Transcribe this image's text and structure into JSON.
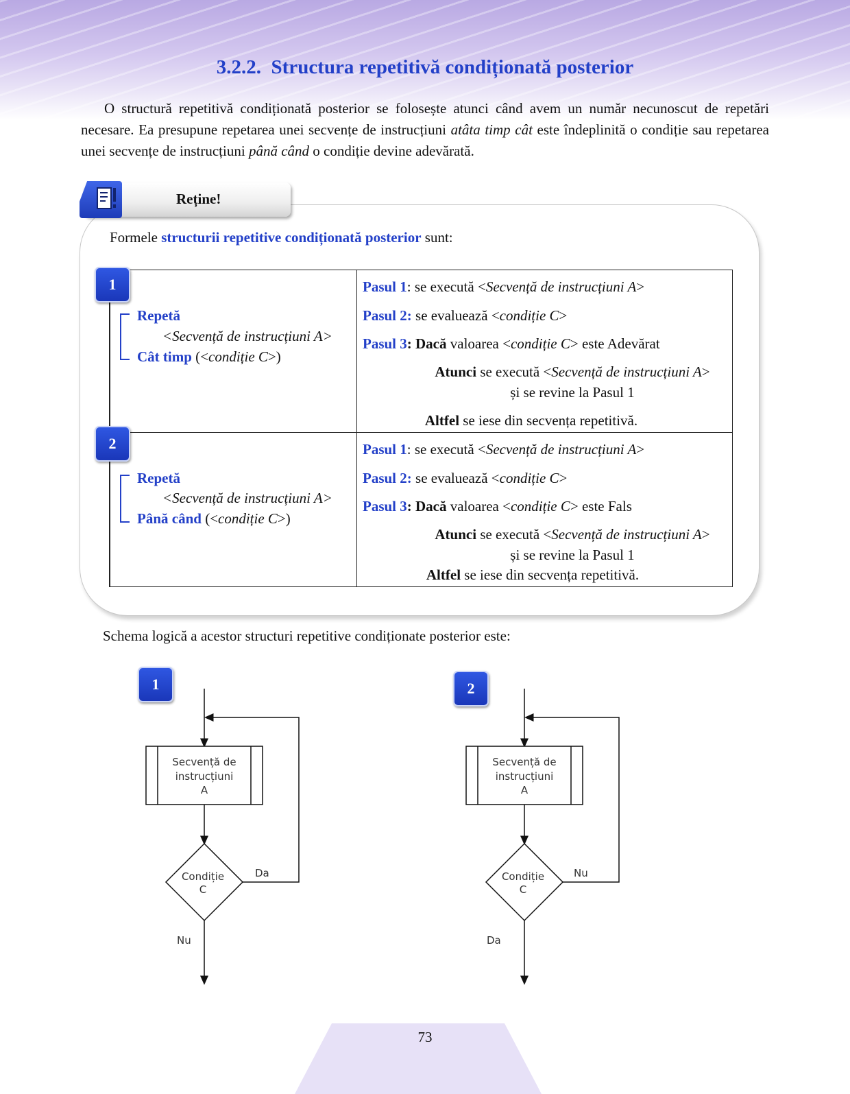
{
  "section": {
    "number": "3.2.2.",
    "title": "Structura repetitivă condiționată posterior"
  },
  "intro": {
    "part1": "O structură repetitivă condiționată posterior se folosește atunci când avem un număr necunoscut de repetări necesare. Ea presupune repetarea  unei secvențe de instrucțiuni ",
    "em1": "atâta timp cât",
    "part2": " este îndeplinită o condiție sau repetarea  unei secvențe de instrucțiuni ",
    "em2": "până când",
    "part3": " o condiție devine adevărată."
  },
  "retine": {
    "label": "Reține!"
  },
  "formele": {
    "before": "Formele ",
    "highlight": "structurii repetitive condiționată posterior",
    "after": " sunt:"
  },
  "forms": [
    {
      "number": "1",
      "keyword_open": "Repetă",
      "body": "<Secvență de instrucțiuni A>",
      "keyword_close": "Cât timp",
      "cond_open": " (<",
      "cond": "condiție C",
      "cond_close": ">)",
      "step1_label": "Pasul 1",
      "step1_sep": ": se execută <",
      "step1_em": "Secvență de instrucțiuni A",
      "step1_end": ">",
      "step2_label": "Pasul 2:",
      "step2_text": " se evaluează <",
      "step2_em": "condiție C",
      "step2_end": ">",
      "step3_label": "Pasul 3",
      "step3_colon": ":",
      "step3_daca": " Dacă",
      "step3_text": " valoarea <",
      "step3_em": "condiție C",
      "step3_end": "> este Adevărat",
      "atunci": "Atunci",
      "atunci_text": " se execută <",
      "atunci_em": "Secvență de instrucțiuni A",
      "atunci_end": ">",
      "revine": "și se revine la Pasul 1",
      "altfel": "Altfel",
      "altfel_text": " se iese din secvența repetitivă."
    },
    {
      "number": "2",
      "keyword_open": "Repetă",
      "body": "<Secvență de instrucțiuni A>",
      "keyword_close": "Până când",
      "cond_open": " (<",
      "cond": "condiție C",
      "cond_close": ">)",
      "step1_label": "Pasul 1",
      "step1_sep": ": se execută <",
      "step1_em": "Secvență de instrucțiuni A",
      "step1_end": ">",
      "step2_label": "Pasul 2:",
      "step2_text": " se evaluează <",
      "step2_em": "condiție C",
      "step2_end": ">",
      "step3_label": "Pasul 3",
      "step3_colon": ":",
      "step3_daca": " Dacă",
      "step3_text": " valoarea <",
      "step3_em": "condiție C",
      "step3_end": "> este Fals",
      "atunci": "Atunci",
      "atunci_text": " se execută <",
      "atunci_em": "Secvență de instrucțiuni A",
      "atunci_end": ">",
      "revine": "și se revine la Pasul 1",
      "altfel": "Altfel",
      "altfel_text": " se iese din secvența repetitivă."
    }
  ],
  "schema_intro": "Schema logică a acestor structuri repetitive condiționate posterior este:",
  "flowcharts": [
    {
      "number": "1",
      "block_l1": "Secvență de",
      "block_l2": "instrucțiuni",
      "block_l3": "A",
      "cond_l1": "Condiție",
      "cond_l2": "C",
      "loop_label": "Da",
      "exit_label": "Nu"
    },
    {
      "number": "2",
      "block_l1": "Secvență de",
      "block_l2": "instrucțiuni",
      "block_l3": "A",
      "cond_l1": "Condiție",
      "cond_l2": "C",
      "loop_label": "Nu",
      "exit_label": "Da"
    }
  ],
  "page_number": "73",
  "colors": {
    "accent": "#2340c8",
    "header": "#b9a9e3",
    "footer": "#e7e1f7"
  },
  "icons": {
    "retine": "document-note-icon"
  }
}
